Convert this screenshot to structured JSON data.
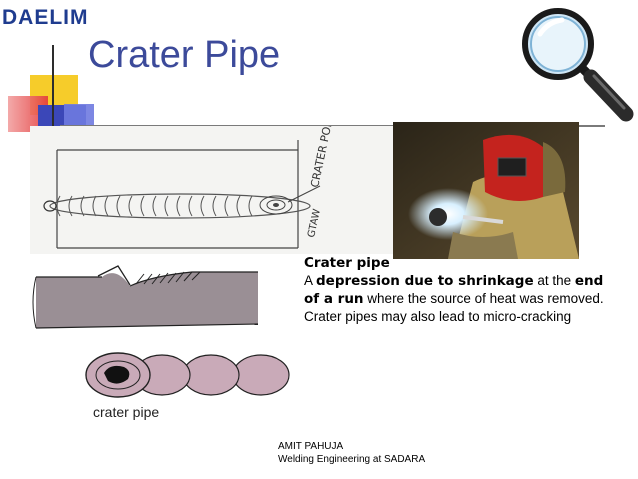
{
  "slide": {
    "logo": "DAELIM",
    "title": "Crater Pipe",
    "sketch": {
      "annotation": "CRATER POROCITY",
      "process": "GTAW"
    },
    "text": {
      "heading": "Crater pipe",
      "p_a": "A ",
      "p_b": "depression due to shrinkage",
      "p_c": " at the ",
      "p_d": "end of a run",
      "p_e": " where the source of heat was removed. Crater pipes may also lead to micro-cracking"
    },
    "image_caption": "crater pipe",
    "footer": {
      "line1": "AMIT  PAHUJA",
      "line2": "Welding Engineering at  SADARA"
    }
  },
  "colors": {
    "logo": "#1f3c8f",
    "title": "#3c4a9a",
    "deco_yellow": "#f6cc2a",
    "deco_red": "#e33a3a",
    "deco_blue": "#3b47b8",
    "bead_fill": "#c9aab8"
  },
  "icons": [
    "magnifier-icon"
  ]
}
